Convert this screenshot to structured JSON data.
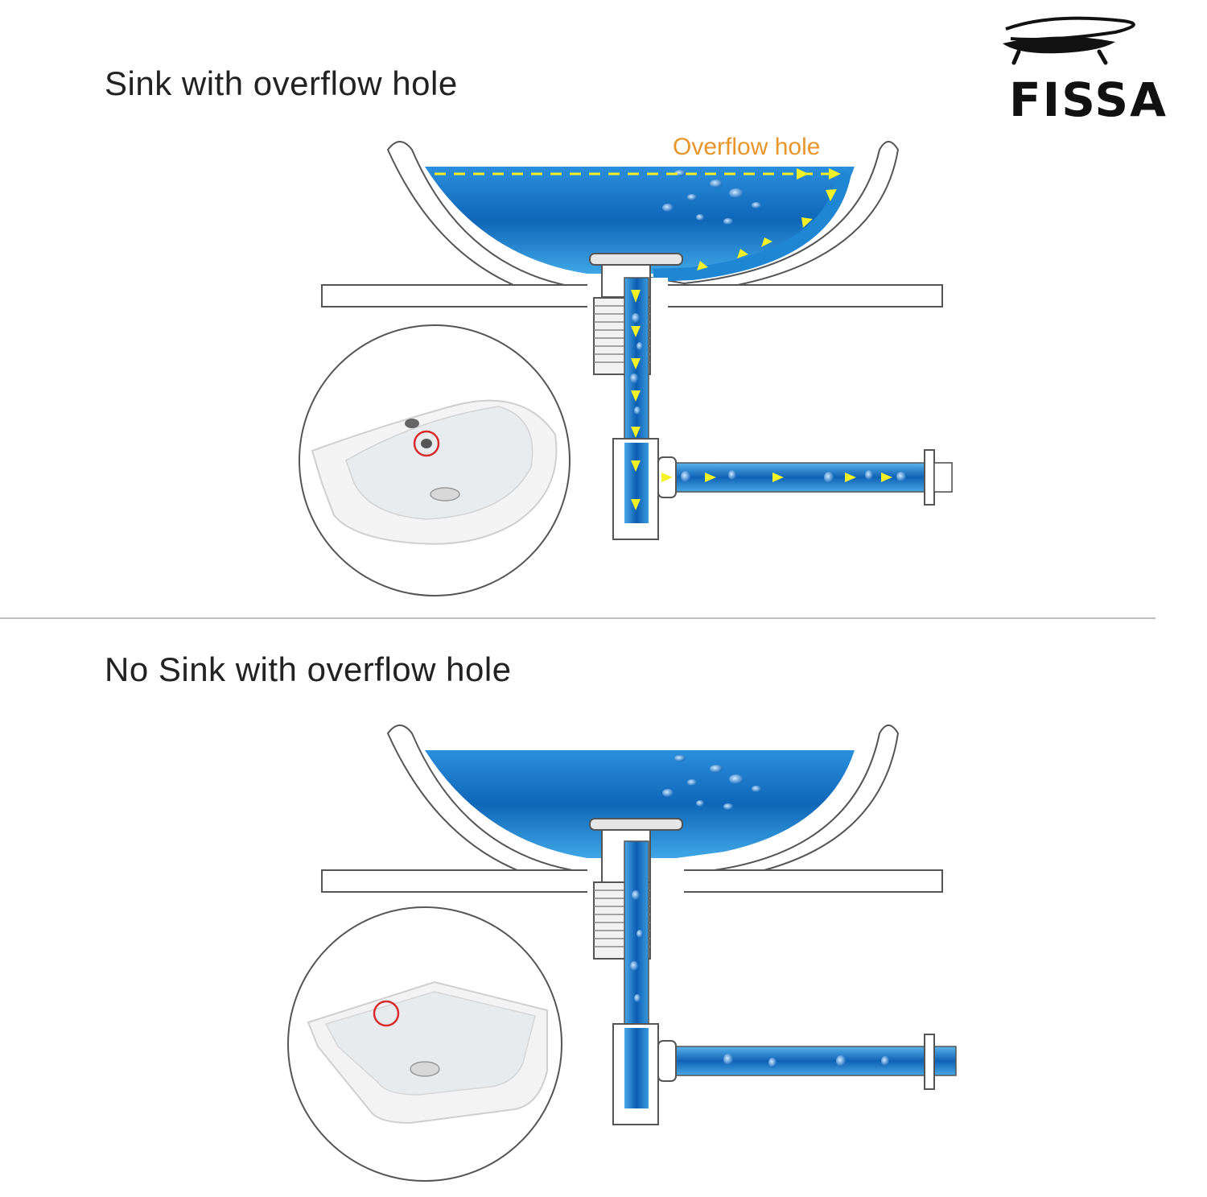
{
  "brand": {
    "name": "FISSA"
  },
  "sections": [
    {
      "heading": "Sink with overflow hole",
      "callout": "Overflow hole",
      "inset_basin": "round-basin-with-overflow"
    },
    {
      "heading": "No Sink with overflow hole",
      "callout": "",
      "inset_basin": "rectangular-basin-without-overflow"
    }
  ],
  "colors": {
    "water_dark": "#0b5aa8",
    "water_light": "#3fa7e6",
    "flow_arrow": "#f2f226",
    "overflow_label": "#e8952a",
    "highlight_circle": "#d92b2b",
    "outline": "#555555"
  }
}
